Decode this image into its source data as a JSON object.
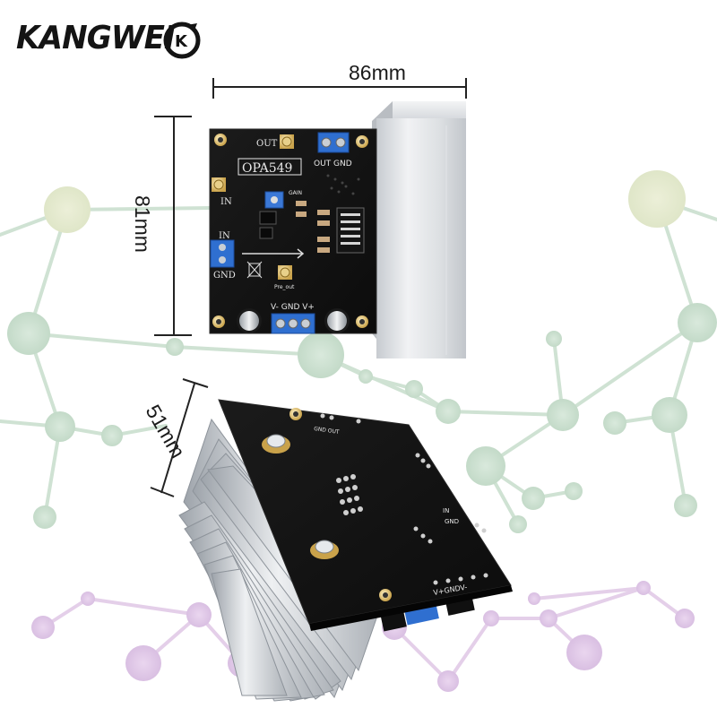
{
  "brand": {
    "name": "KANGWEI",
    "badge_letters": "K"
  },
  "dimensions": {
    "width": "86mm",
    "height": "81mm",
    "depth": "51mm"
  },
  "board_top": {
    "chip": "OPA549",
    "labels": {
      "out": "OUT",
      "out_gnd": "OUT GND",
      "in_left": "IN",
      "in_terminal": "IN",
      "gnd": "GND",
      "gain": "GAIN",
      "power": "V- GND V+",
      "pre_out": "Pre_out"
    }
  },
  "board_bottom": {
    "labels": {
      "gnd_out": "GND OUT",
      "in": "IN",
      "gnd": "GND",
      "power": "V+GNDV-"
    }
  },
  "colors": {
    "pcb": "#111111",
    "heatsink": "#d8dbdf",
    "terminal_blue": "#2f6fd0",
    "network_green": "#cfe3d3",
    "network_purple": "#dfc7e6"
  }
}
